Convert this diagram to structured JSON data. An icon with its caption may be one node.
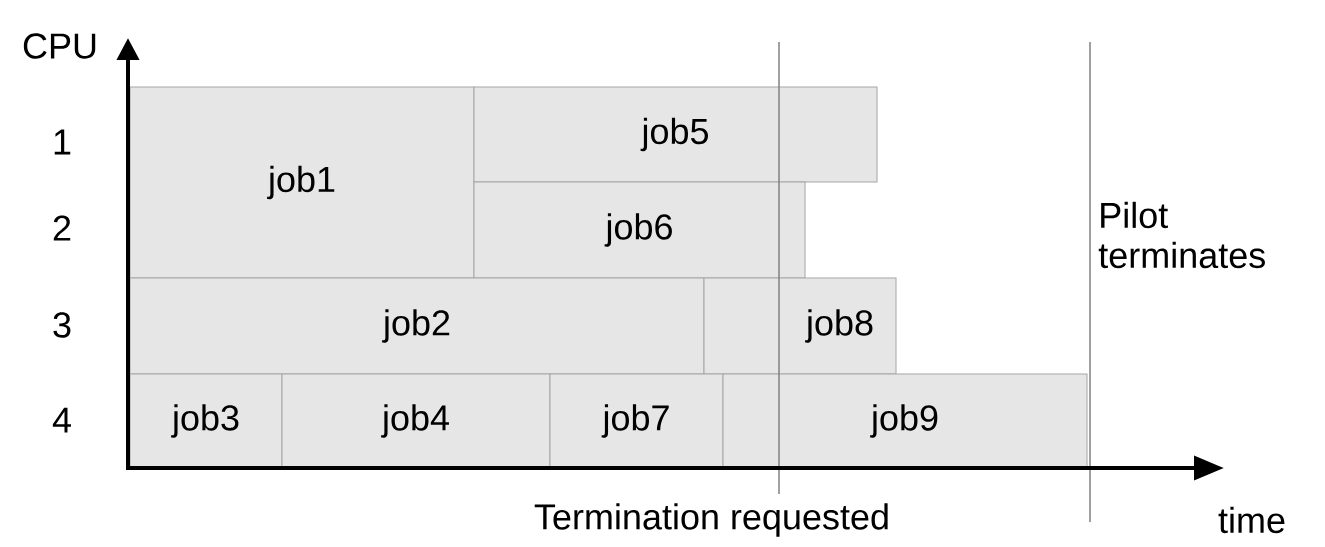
{
  "diagram": {
    "nodes": [
      {
        "text": [
          "job1"
        ]
      },
      {
        "text": [
          "job5"
        ]
      },
      {
        "text": [
          "job6"
        ]
      },
      {
        "text": [
          "job2"
        ]
      },
      {
        "text": [
          "job8"
        ]
      },
      {
        "text": [
          "job3"
        ]
      },
      {
        "text": [
          "job4"
        ]
      },
      {
        "text": [
          "job7"
        ]
      },
      {
        "text": [
          "job9"
        ]
      }
    ],
    "labels": [
      "CPU",
      "1",
      "2",
      "3",
      "4",
      "Pilot terminates",
      "Termination requested",
      "time"
    ]
  }
}
